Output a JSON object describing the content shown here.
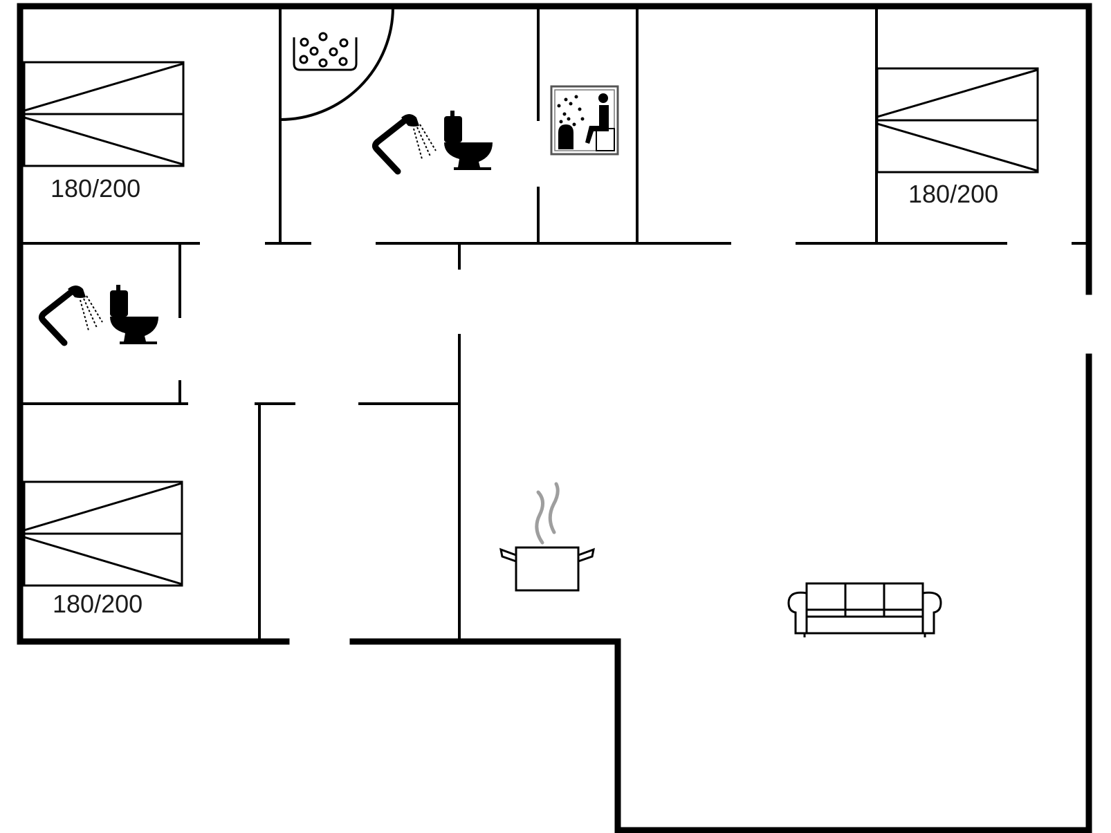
{
  "colors": {
    "background": "#ffffff",
    "walls": "#000000",
    "steam": "#9e9e9e",
    "label": "#1a1a1a"
  },
  "beds": [
    {
      "label": "180/200"
    },
    {
      "label": "180/200"
    },
    {
      "label": "180/200"
    }
  ],
  "icons": {
    "whirlpool": "whirlpool-icon",
    "shower": "shower-icon",
    "toilet": "toilet-icon",
    "sauna": "sauna-icon",
    "cooking": "cooking-pot-icon",
    "sofa": "sofa-icon"
  }
}
